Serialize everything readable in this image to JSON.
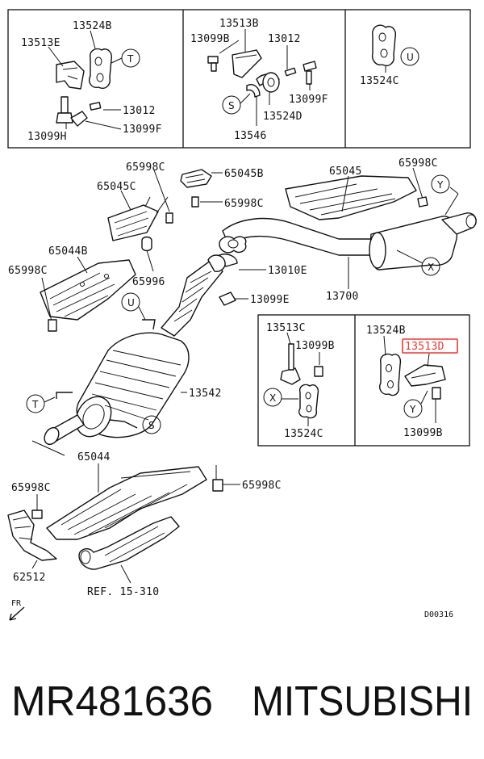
{
  "diagram": {
    "labels": {
      "l_13524B_a": "13524B",
      "l_13513E": "13513E",
      "l_13012_a": "13012",
      "l_13099H": "13099H",
      "l_13099F_a": "13099F",
      "l_13513B": "13513B",
      "l_13099B_a": "13099B",
      "l_13012_b": "13012",
      "l_13099F_b": "13099F",
      "l_13524D": "13524D",
      "l_13546": "13546",
      "l_13524C_a": "13524C",
      "l_65998C_a": "65998C",
      "l_65045B": "65045B",
      "l_65045C": "65045C",
      "l_65998C_b": "65998C",
      "l_65045": "65045",
      "l_65998C_c": "65998C",
      "l_65044B": "65044B",
      "l_65998C_d": "65998C",
      "l_65996": "65996",
      "l_13010E": "13010E",
      "l_13099E": "13099E",
      "l_13700": "13700",
      "l_13542": "13542",
      "l_13513C": "13513C",
      "l_13099B_b": "13099B",
      "l_13524C_b": "13524C",
      "l_13524B_b": "13524B",
      "l_13513D": "13513D",
      "l_13099B_c": "13099B",
      "l_65044": "65044",
      "l_65998C_e": "65998C",
      "l_65998C_f": "65998C",
      "l_62512": "62512",
      "l_ref": "REF. 15-310",
      "l_fr": "FR",
      "l_code": "D00316"
    },
    "callouts": {
      "T": "T",
      "S": "S",
      "U": "U",
      "X": "X",
      "Y": "Y"
    }
  },
  "footer": {
    "part_number": "MR481636",
    "brand": "MITSUBISHI"
  },
  "colors": {
    "line": "#111111",
    "highlight": "#e53935",
    "background": "#ffffff"
  }
}
